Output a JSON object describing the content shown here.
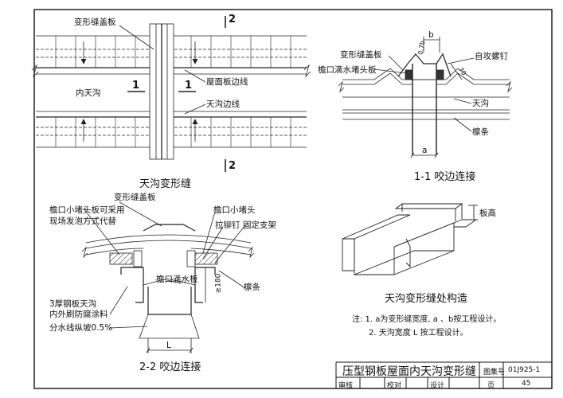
{
  "plan": {
    "title": "天沟变形缝",
    "lbl_cover": "变形缝盖板",
    "lbl_inner": "内天沟",
    "lbl_roofedge": "屋面板边线",
    "lbl_gutteredge": "天沟边线",
    "cut1": "1",
    "cut2": "2"
  },
  "sec11": {
    "title": "1-1  咬边连接",
    "lbl_cover": "变形缝盖板",
    "lbl_drip": "檐口滴水堵头板",
    "lbl_screw": "自攻螺钉",
    "lbl_gutter": "天沟",
    "lbl_purlin": "檩条",
    "dim_b": "b",
    "dim_a": "a",
    "dim_07b": "0.7b",
    "dim_70": "70"
  },
  "sec22": {
    "title": "2-2  咬边连接",
    "lbl_cover": "变形缝盖板",
    "lbl_small_plug": "檐口小堵头",
    "lbl_alt_line1": "檐口小堵头板可采用",
    "lbl_alt_line2": "现场发泡方式代替",
    "lbl_rivet": "拉铆钉",
    "lbl_bracket": "固定支架",
    "lbl_drip": "檐口滴水板",
    "lbl_purlin": "檩条",
    "lbl_gutter_line1": "3厚钢板天沟",
    "lbl_gutter_line2": "内外刷防腐涂料",
    "lbl_slope": "分水线纵坡0.5%",
    "dim_180": "≥180",
    "dim_L": "L"
  },
  "iso": {
    "title": "天沟变形缝处构造",
    "lbl_height": "板高"
  },
  "notes": {
    "line1": "注: 1. a为变形缝宽度, a 、b按工程设计。",
    "line2": "2. 天沟宽度 L 按工程设计。"
  },
  "titleblock": {
    "drawing_title": "压型钢板屋面内天沟变形缝",
    "atlas_label": "图集号",
    "atlas_no": "01J925-1",
    "review": "审核",
    "check": "校对",
    "design": "设计",
    "page_label": "页",
    "page_no": "45"
  }
}
